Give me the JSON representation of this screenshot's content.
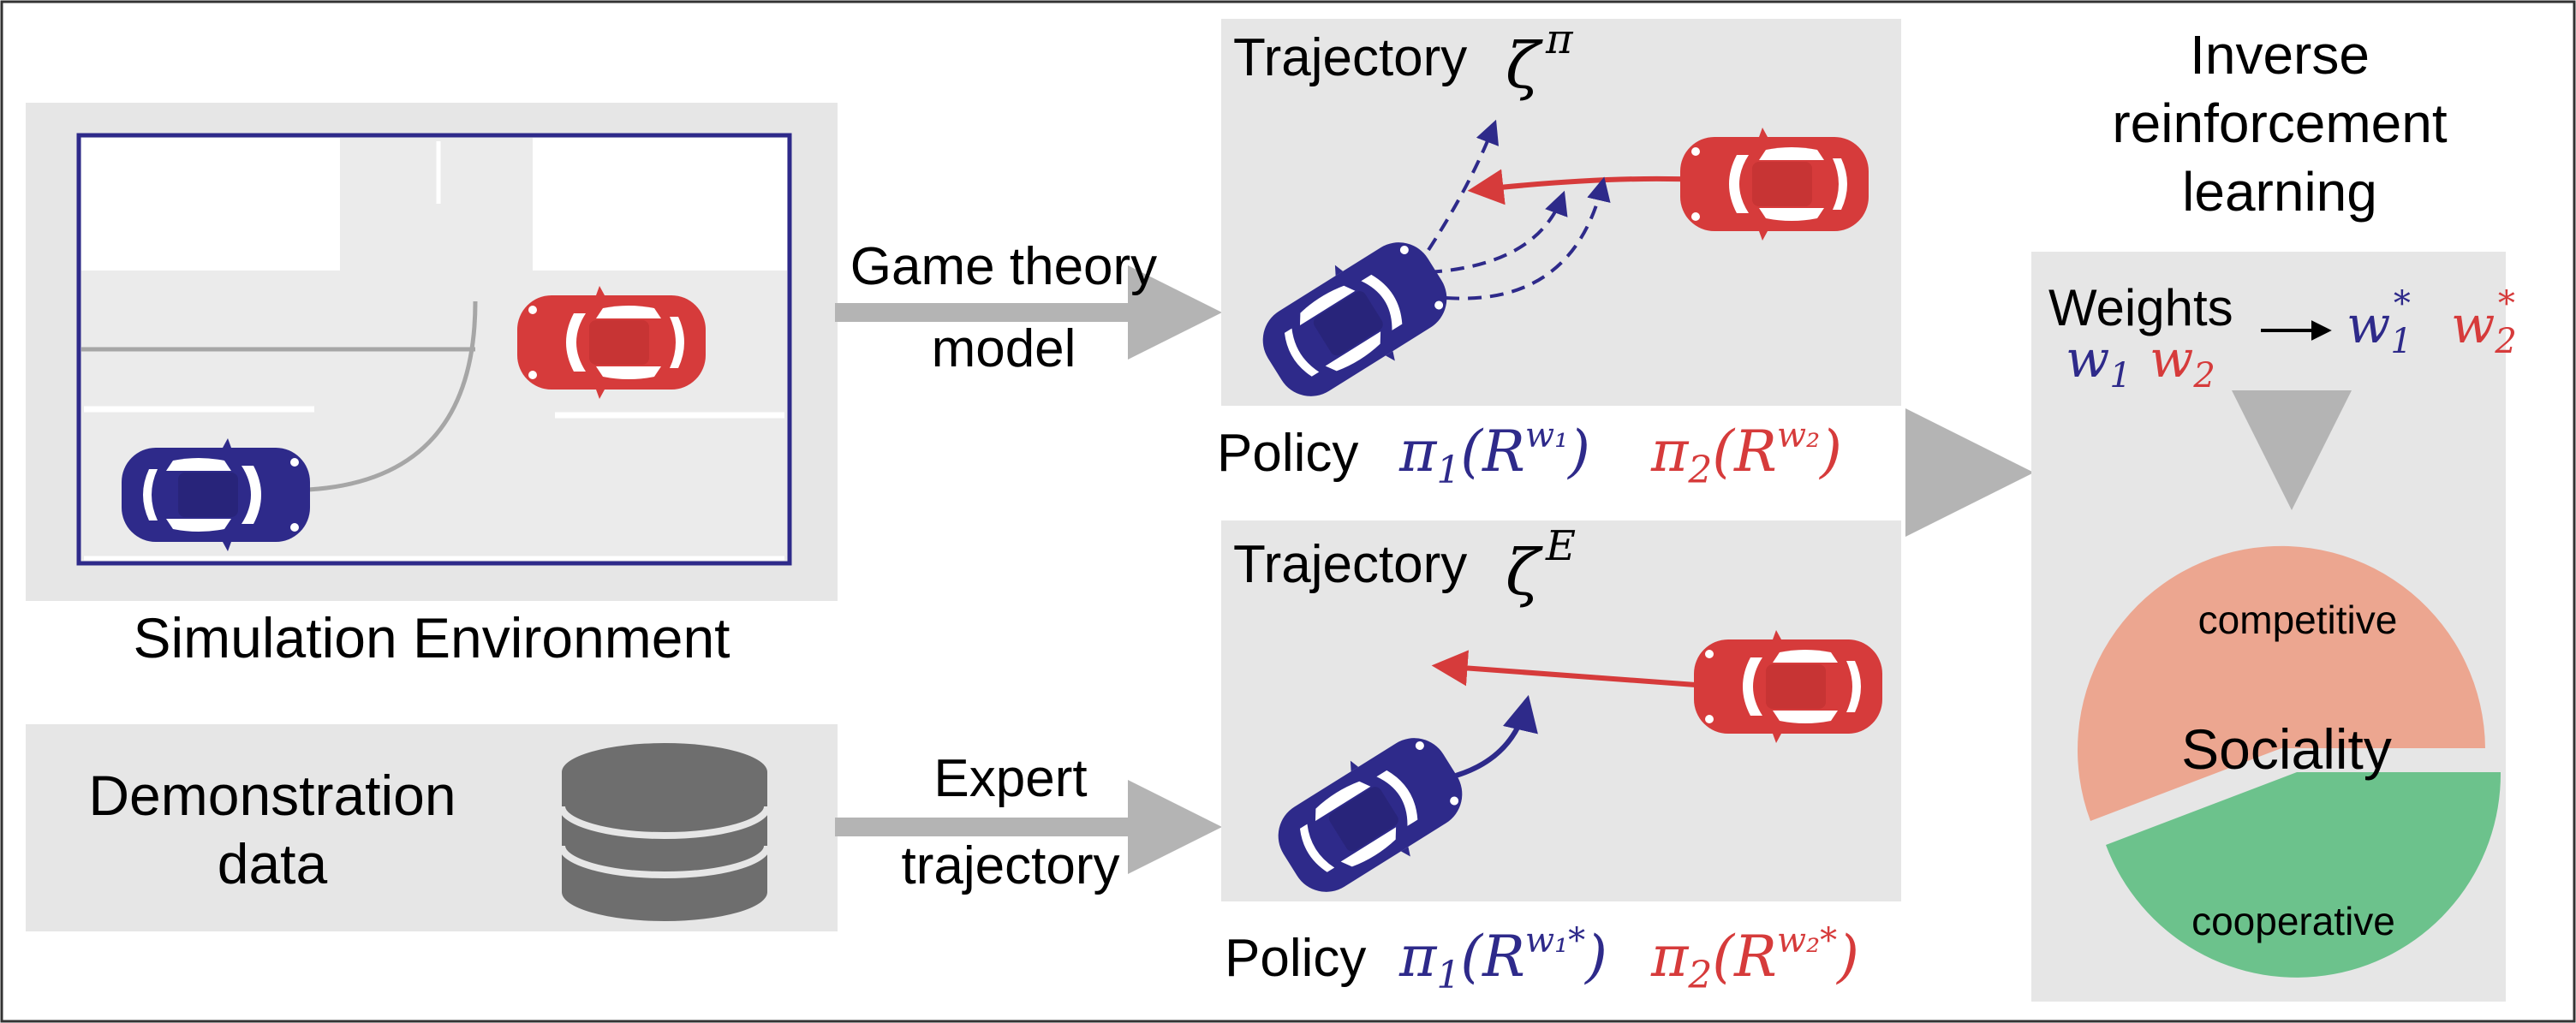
{
  "colors": {
    "blue": "#2e2a8a",
    "red": "#d63b3b",
    "panel": "#e6e6e6",
    "arrow": "#b4b4b4",
    "competitive": "#eca690",
    "cooperative": "#6cc28c"
  },
  "simulation": {
    "caption": "Simulation Environment"
  },
  "demonstration": {
    "label_line1": "Demonstration",
    "label_line2": "data",
    "icon": "database-icon"
  },
  "arrows": {
    "game_theory_line1": "Game theory",
    "game_theory_line2": "model",
    "expert_line1": "Expert",
    "expert_line2": "trajectory"
  },
  "top_panel": {
    "trajectory_label": "Trajectory",
    "trajectory_symbol": "ζ",
    "trajectory_sup": "π",
    "policy_label": "Policy",
    "pi1": "π",
    "pi1_sub": "1",
    "pi1_arg_open": "(R",
    "pi1_sup": "w₁",
    "pi1_close": ")",
    "pi2": "π",
    "pi2_sub": "2",
    "pi2_arg_open": "(R",
    "pi2_sup": "w₂",
    "pi2_close": ")"
  },
  "bottom_panel": {
    "trajectory_label": "Trajectory",
    "trajectory_symbol": "ζ",
    "trajectory_sup": "E",
    "policy_label": "Policy",
    "pi1": "π",
    "pi1_sub": "1",
    "pi1_arg_open": "(R",
    "pi1_sup": "w₁*",
    "pi1_close": ")",
    "pi2": "π",
    "pi2_sub": "2",
    "pi2_arg_open": "(R",
    "pi2_sup": "w₂*",
    "pi2_close": ")"
  },
  "irl": {
    "title_line1": "Inverse",
    "title_line2": "reinforcement",
    "title_line3": "learning",
    "weights_label": "Weights",
    "w1": "w",
    "w1_sub": "1",
    "w2": "w",
    "w2_sub": "2",
    "w1_star": "w",
    "w1_star_sub": "1",
    "w1_star_sup": "*",
    "w2_star": "w",
    "w2_star_sub": "2",
    "w2_star_sup": "*",
    "competitive": "competitive",
    "sociality": "Sociality",
    "cooperative": "cooperative"
  }
}
